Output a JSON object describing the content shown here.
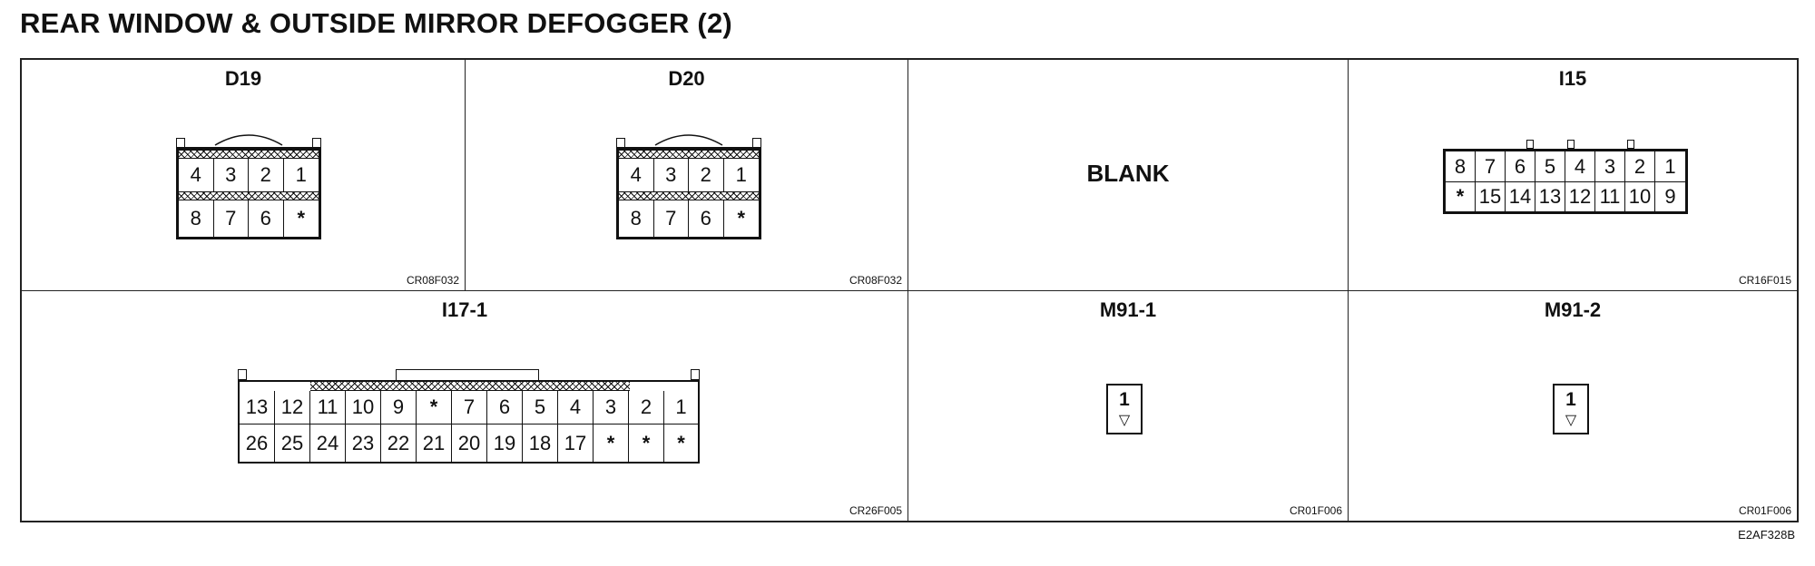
{
  "page_title": "REAR WINDOW & OUTSIDE MIRROR DEFOGGER (2)",
  "document_code": "E2AF328B",
  "cells": {
    "d19": {
      "title": "D19",
      "code": "CR08F032",
      "row1": [
        "4",
        "3",
        "2",
        "1"
      ],
      "row2": [
        "8",
        "7",
        "6",
        "*"
      ]
    },
    "d20": {
      "title": "D20",
      "code": "CR08F032",
      "row1": [
        "4",
        "3",
        "2",
        "1"
      ],
      "row2": [
        "8",
        "7",
        "6",
        "*"
      ]
    },
    "blank": {
      "label": "BLANK"
    },
    "i15": {
      "title": "I15",
      "code": "CR16F015",
      "row1": [
        "8",
        "7",
        "6",
        "5",
        "4",
        "3",
        "2",
        "1"
      ],
      "row2": [
        "*",
        "15",
        "14",
        "13",
        "12",
        "11",
        "10",
        "9"
      ]
    },
    "i17_1": {
      "title": "I17-1",
      "code": "CR26F005",
      "row1": [
        "13",
        "12",
        "11",
        "10",
        "9",
        "*",
        "7",
        "6",
        "5",
        "4",
        "3",
        "2",
        "1"
      ],
      "row2": [
        "26",
        "25",
        "24",
        "23",
        "22",
        "21",
        "20",
        "19",
        "18",
        "17",
        "*",
        "*",
        "*"
      ]
    },
    "m91_1": {
      "title": "M91-1",
      "code": "CR01F006",
      "pin": "1",
      "mark": "▽"
    },
    "m91_2": {
      "title": "M91-2",
      "code": "CR01F006",
      "pin": "1",
      "mark": "▽"
    }
  }
}
